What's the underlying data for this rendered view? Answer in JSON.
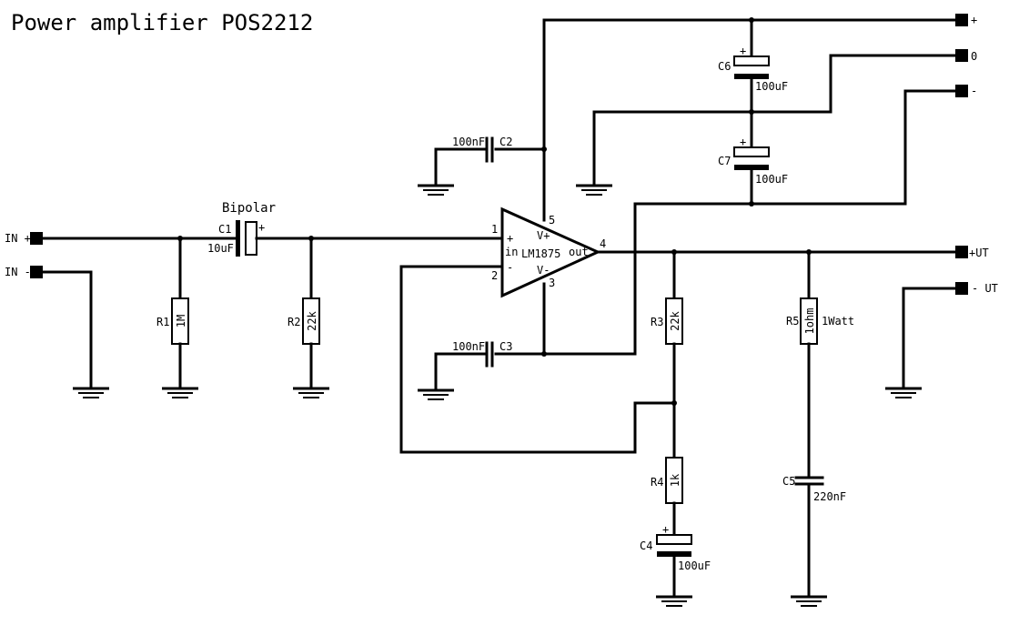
{
  "title": "Power amplifier POS2212",
  "bipolar_note": "Bipolar",
  "ic": {
    "name": "LM1875",
    "vplus": "V+",
    "vminus": "V-",
    "in_plus": "+",
    "in_minus": "-",
    "in": "in",
    "out": "out",
    "pin1": "1",
    "pin2": "2",
    "pin3": "3",
    "pin4": "4",
    "pin5": "5"
  },
  "components": {
    "C1": {
      "ref": "C1",
      "value": "10uF"
    },
    "C2": {
      "ref": "C2",
      "value": "100nF"
    },
    "C3": {
      "ref": "C3",
      "value": "100nF"
    },
    "C4": {
      "ref": "C4",
      "value": "100uF"
    },
    "C5": {
      "ref": "C5",
      "value": "220nF"
    },
    "C6": {
      "ref": "C6",
      "value": "100uF"
    },
    "C7": {
      "ref": "C7",
      "value": "100uF"
    },
    "R1": {
      "ref": "R1",
      "value": "1M"
    },
    "R2": {
      "ref": "R2",
      "value": "22k"
    },
    "R3": {
      "ref": "R3",
      "value": "22k"
    },
    "R4": {
      "ref": "R4",
      "value": "1k"
    },
    "R5": {
      "ref": "R5",
      "value": "1ohm",
      "note": "1Watt"
    }
  },
  "polarity_plus": "+",
  "terminals": {
    "in_plus": "IN +",
    "in_minus": "IN -",
    "supply_plus": "+",
    "supply_zero": "0",
    "supply_minus": "-",
    "out_plus": "+UT",
    "out_minus": "- UT"
  }
}
